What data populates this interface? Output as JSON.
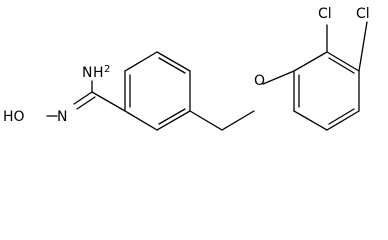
{
  "molecule": {
    "labels": {
      "cl_top_left": "Cl",
      "cl_top_right": "Cl",
      "ether_oxygen": "O",
      "amine_N": "N",
      "amine_H": "H",
      "amine_sub": "2",
      "imine_nitrogen": "N",
      "hydroxy": "HO"
    }
  }
}
